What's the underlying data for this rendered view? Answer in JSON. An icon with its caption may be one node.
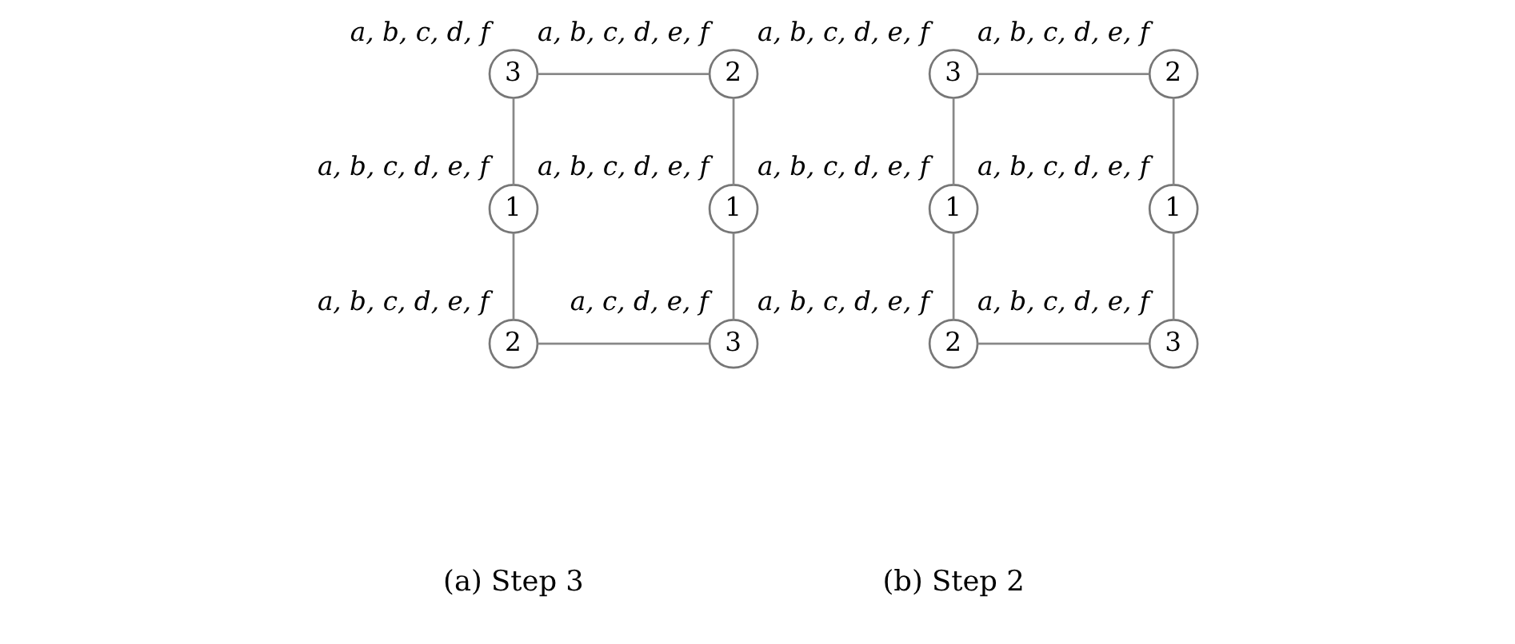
{
  "diagram": {
    "nodes": [
      {
        "text": [
          "3"
        ],
        "beside": [
          "a, b, c, d, f"
        ]
      },
      {
        "text": [
          "2"
        ],
        "beside": [
          "a, b, c, d, e, f"
        ]
      },
      {
        "text": [
          "1"
        ],
        "beside": [
          "a, b, c, d, e, f"
        ]
      },
      {
        "text": [
          "1"
        ],
        "beside": [
          "a, b, c, d, e, f"
        ]
      },
      {
        "text": [
          "2"
        ],
        "beside": [
          "a, b, c, d, e, f"
        ]
      },
      {
        "text": [
          "3"
        ],
        "beside": [
          "a, c, d, e, f"
        ]
      },
      {
        "text": [
          "3"
        ],
        "beside": [
          "a, b, c, d, e, f"
        ]
      },
      {
        "text": [
          "2"
        ],
        "beside": [
          "a, b, c, d, e, f"
        ]
      },
      {
        "text": [
          "1"
        ],
        "beside": [
          "a, b, c, d, e, f"
        ]
      },
      {
        "text": [
          "1"
        ],
        "beside": [
          "a, b, c, d, e, f"
        ]
      },
      {
        "text": [
          "2"
        ],
        "beside": [
          "a, b, c, d, e, f"
        ]
      },
      {
        "text": [
          "3"
        ],
        "beside": [
          "a, b, c, d, e, f"
        ]
      }
    ],
    "edges": [
      {
        "from": 0,
        "to": 1,
        "arrow": "none"
      },
      {
        "from": 0,
        "to": 2,
        "arrow": "none"
      },
      {
        "from": 1,
        "to": 3,
        "arrow": "none"
      },
      {
        "from": 2,
        "to": 4,
        "arrow": "none"
      },
      {
        "from": 3,
        "to": 5,
        "arrow": "none"
      },
      {
        "from": 4,
        "to": 5,
        "arrow": "none"
      },
      {
        "from": 6,
        "to": 7,
        "arrow": "none"
      },
      {
        "from": 6,
        "to": 8,
        "arrow": "none"
      },
      {
        "from": 7,
        "to": 9,
        "arrow": "none"
      },
      {
        "from": 8,
        "to": 10,
        "arrow": "none"
      },
      {
        "from": 9,
        "to": 11,
        "arrow": "none"
      },
      {
        "from": 10,
        "to": 11,
        "arrow": "none"
      }
    ],
    "labels": [
      "(a) Step 3",
      "(b) Step 2"
    ]
  }
}
